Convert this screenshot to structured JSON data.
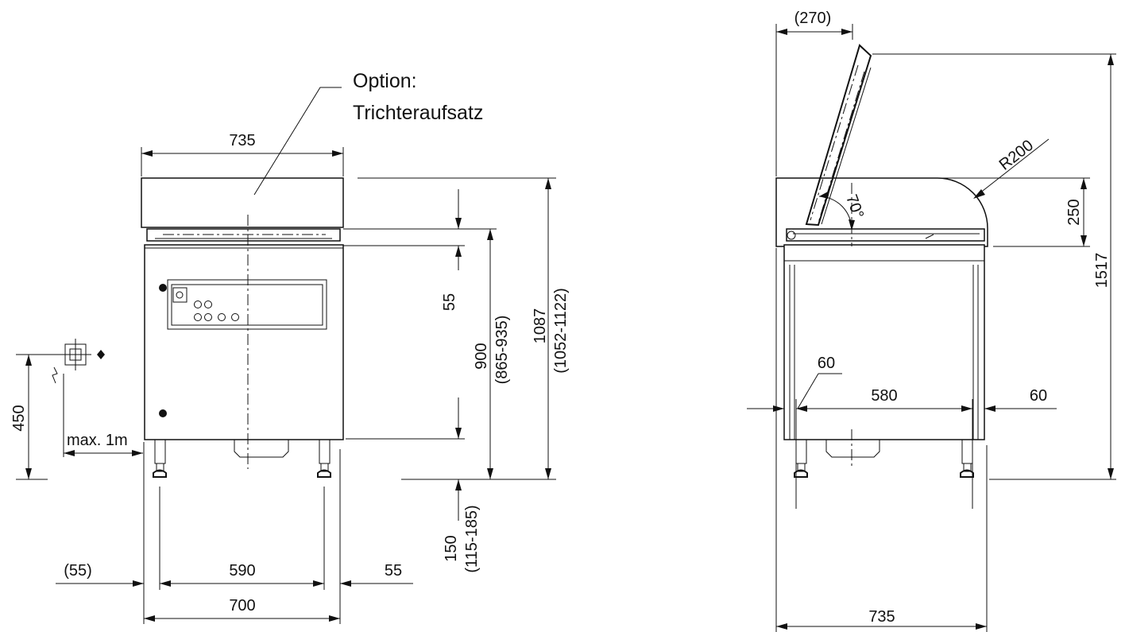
{
  "front_view": {
    "option_label": "Option:",
    "option_name": "Trichteraufsatz",
    "dim_top_width": "735",
    "dim_55_vertical": "55",
    "dim_900": "900",
    "dim_900_range": "(865-935)",
    "dim_1087": "1087",
    "dim_1087_range": "(1052-1122)",
    "dim_450": "450",
    "dim_max_1m": "max. 1m",
    "dim_150": "150",
    "dim_150_range": "(115-185)",
    "dim_left_55": "(55)",
    "dim_590": "590",
    "dim_right_55": "55",
    "dim_700": "700"
  },
  "side_view": {
    "dim_270": "(270)",
    "dim_R200": "R200",
    "dim_70deg": "70°",
    "dim_250": "250",
    "dim_1517": "1517",
    "dim_60_left": "60",
    "dim_580": "580",
    "dim_60_right": "60",
    "dim_735_bottom": "735"
  }
}
